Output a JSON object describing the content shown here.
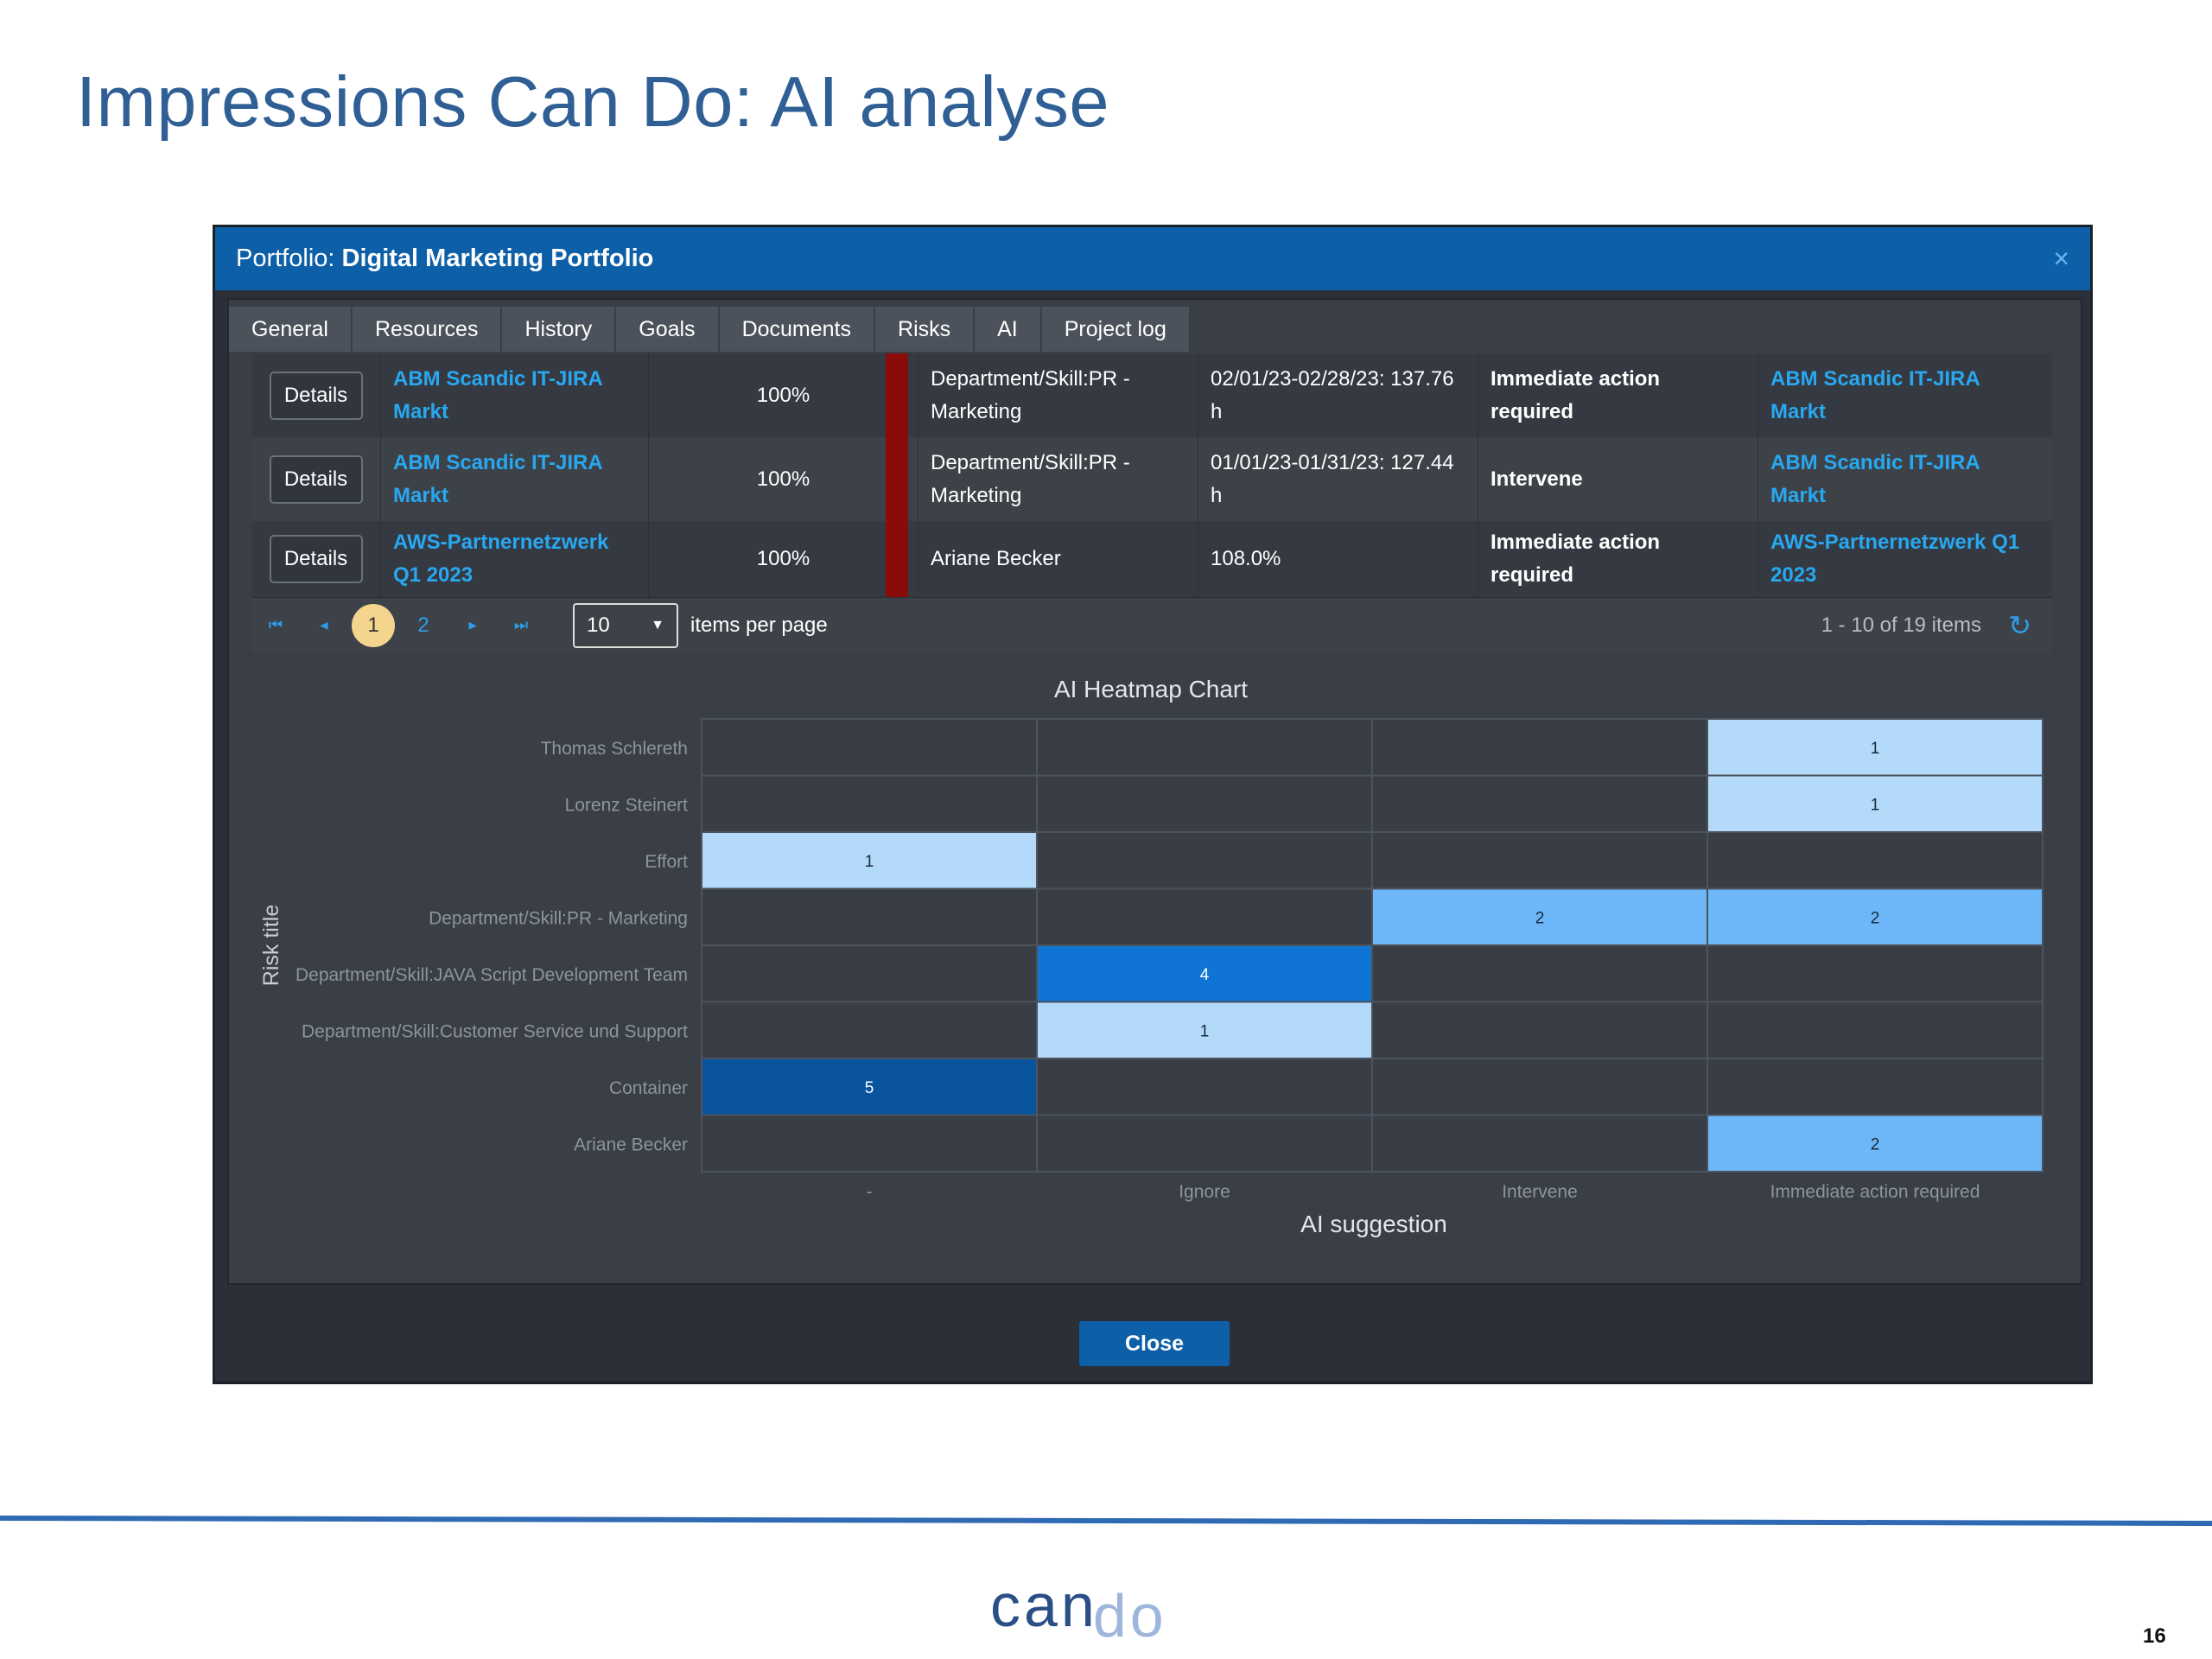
{
  "slide": {
    "title": "Impressions Can Do: AI analyse",
    "page_number": "16",
    "logo_can": "can",
    "logo_do": "do"
  },
  "dialog": {
    "title_prefix": "Portfolio: ",
    "title_name": "Digital Marketing Portfolio",
    "close_icon": "×",
    "tabs": [
      "General",
      "Resources",
      "History",
      "Goals",
      "Documents",
      "Risks",
      "AI",
      "Project log"
    ],
    "rows": [
      {
        "button": "Details",
        "project": "ABM Scandic IT-JIRA Markt",
        "percent": "100%",
        "resource": "Department/Skill:PR - Marketing",
        "period": "02/01/23-02/28/23: 137.76 h",
        "suggestion": "Immediate action required",
        "link": "ABM Scandic IT-JIRA Markt"
      },
      {
        "button": "Details",
        "project": "ABM Scandic IT-JIRA Markt",
        "percent": "100%",
        "resource": "Department/Skill:PR - Marketing",
        "period": "01/01/23-01/31/23: 127.44 h",
        "suggestion": "Intervene",
        "link": "ABM Scandic IT-JIRA Markt"
      },
      {
        "button": "Details",
        "project": "AWS-Partnernetzwerk Q1 2023",
        "percent": "100%",
        "resource": "Ariane Becker",
        "period": "108.0%",
        "suggestion": "Immediate action required",
        "link": "AWS-Partnernetzwerk Q1 2023"
      }
    ],
    "pager": {
      "first_icon": "⏮",
      "prev_icon": "◂",
      "pages": [
        "1",
        "2"
      ],
      "next_icon": "▸",
      "last_icon": "⏭",
      "per_page": "10",
      "per_page_label": "items per page",
      "info": "1 - 10 of 19 items",
      "refresh_icon": "↻"
    },
    "close_label": "Close"
  },
  "chart_data": {
    "type": "heatmap",
    "title": "AI Heatmap Chart",
    "xlabel": "AI suggestion",
    "ylabel": "Risk title",
    "x_categories": [
      "-",
      "Ignore",
      "Intervene",
      "Immediate action required"
    ],
    "y_categories": [
      "Thomas Schlereth",
      "Lorenz Steinert",
      "Effort",
      "Department/Skill:PR - Marketing",
      "Department/Skill:JAVA Script Development Team",
      "Department/Skill:Customer Service und Support",
      "Container",
      "Ariane Becker"
    ],
    "values": [
      [
        null,
        null,
        null,
        1
      ],
      [
        null,
        null,
        null,
        1
      ],
      [
        1,
        null,
        null,
        null
      ],
      [
        null,
        null,
        2,
        2
      ],
      [
        null,
        4,
        null,
        null
      ],
      [
        null,
        1,
        null,
        null
      ],
      [
        5,
        null,
        null,
        null
      ],
      [
        null,
        null,
        null,
        2
      ]
    ],
    "colors": {
      "1": "#b3d9fb",
      "2": "#6db6f7",
      "4": "#0f74d4",
      "5": "#0a549e",
      "empty": "#393e46",
      "grid": "#4d535c"
    }
  }
}
